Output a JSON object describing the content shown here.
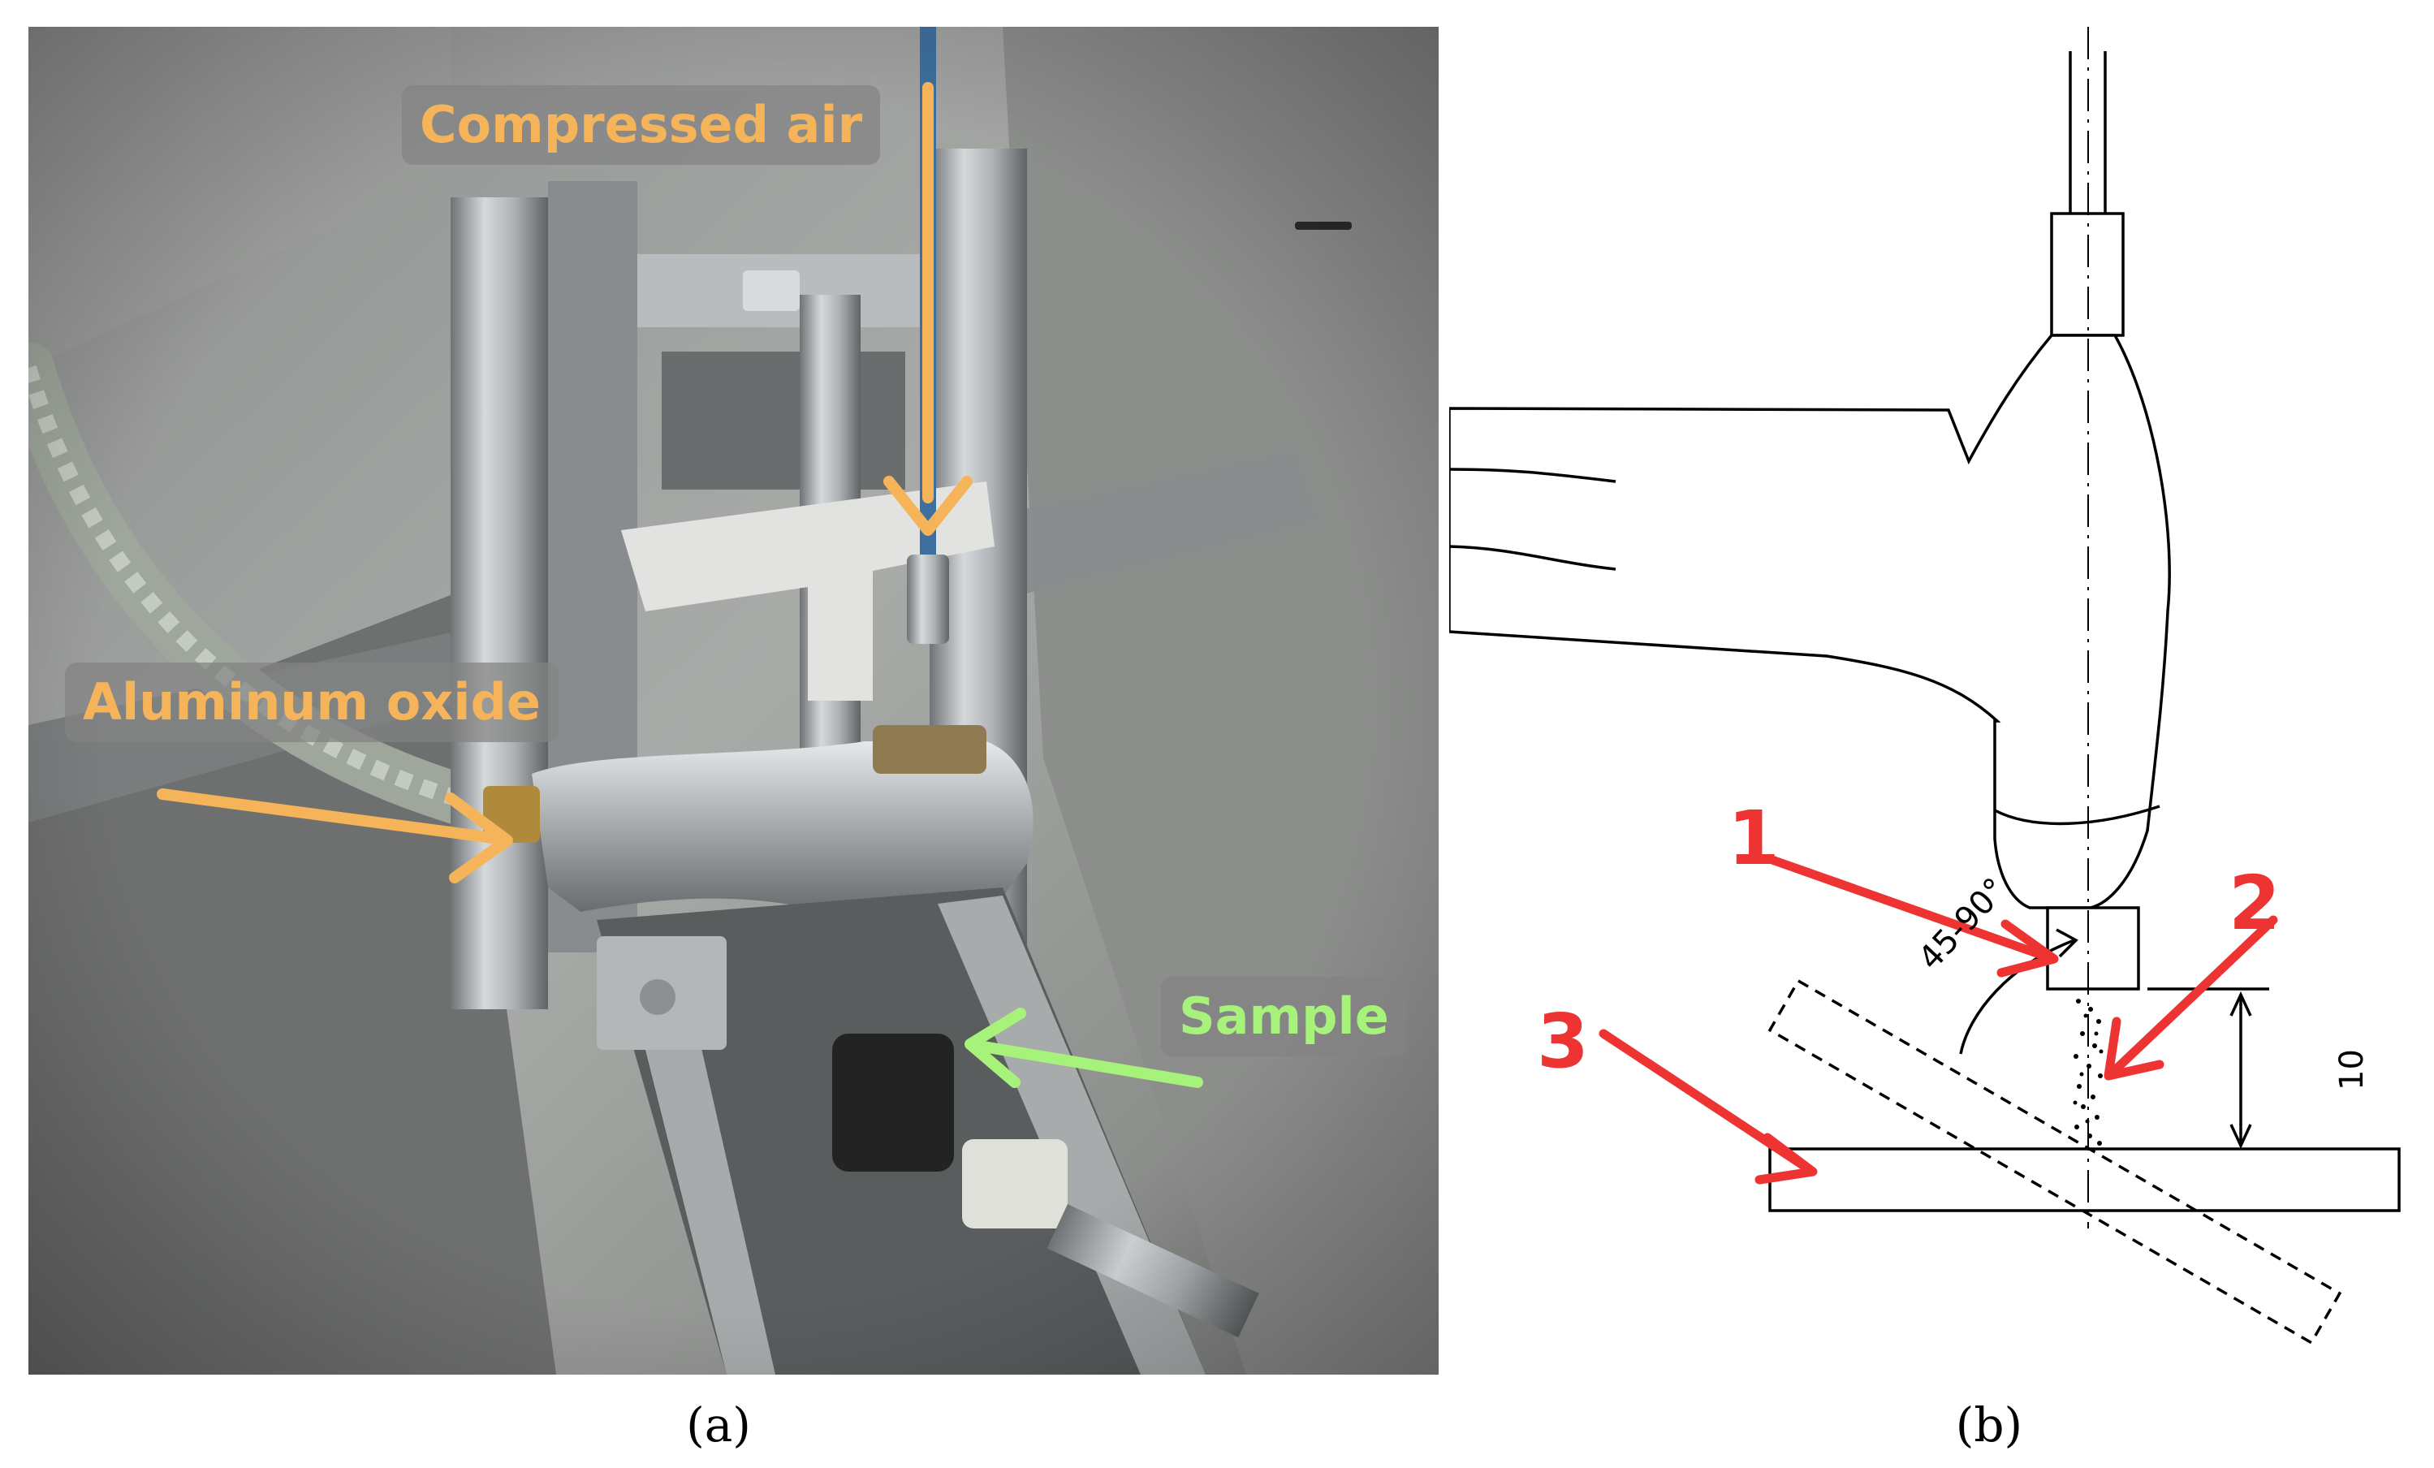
{
  "panel_a": {
    "caption": "(a)",
    "labels": {
      "compressed_air": "Compressed air",
      "aluminum_oxide": "Aluminum oxide",
      "sample": "Sample"
    }
  },
  "panel_b": {
    "caption": "(b)",
    "numbers": {
      "one": "1",
      "two": "2",
      "three": "3"
    },
    "angle": "45-90°",
    "distance": "10"
  },
  "colors": {
    "orange_label": "#f6b45a",
    "green_label": "#a6f27a",
    "red_arrow": "#ee3333",
    "line": "#000000"
  }
}
